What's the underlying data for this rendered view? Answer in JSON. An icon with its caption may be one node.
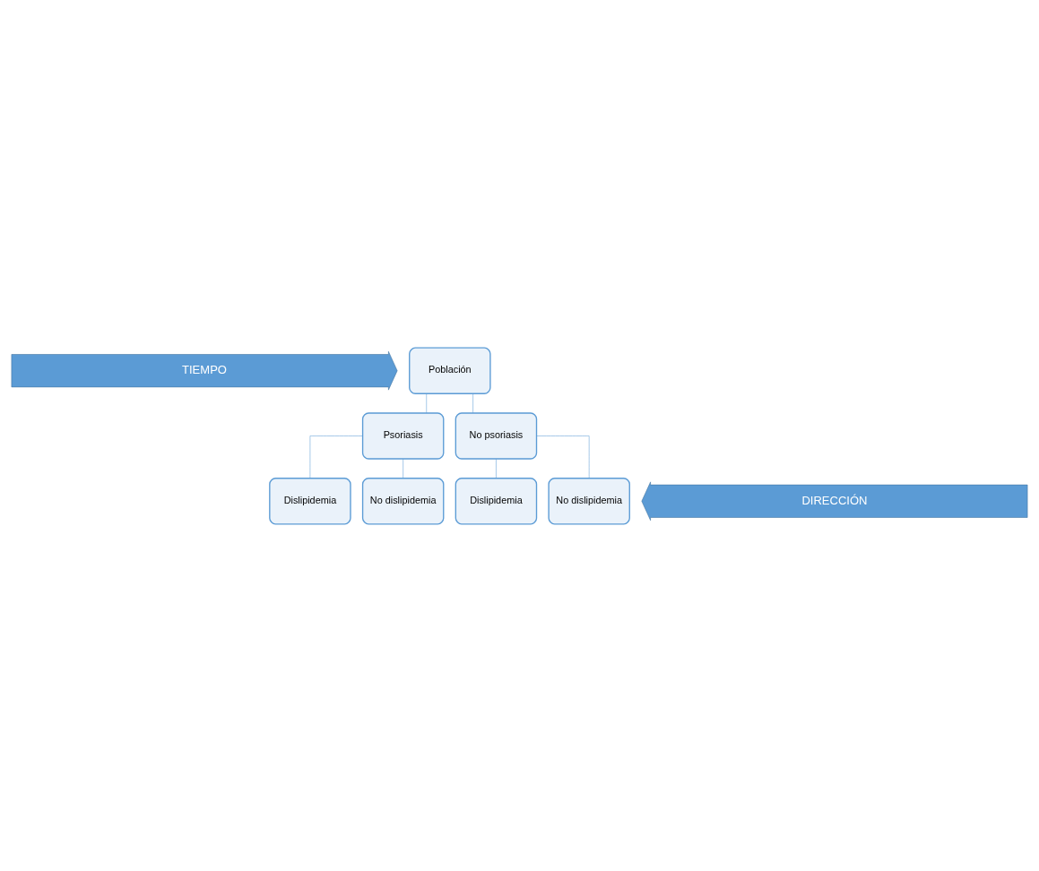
{
  "diagram": {
    "nodes": [
      {
        "text": [
          "TIEMPO"
        ]
      },
      {
        "text": [
          "Población"
        ]
      },
      {
        "text": [
          "Psoriasis"
        ]
      },
      {
        "text": [
          "No psoriasis"
        ]
      },
      {
        "text": [
          "Dislipidemia"
        ]
      },
      {
        "text": [
          "No dislipidemia"
        ]
      },
      {
        "text": [
          "Dislipidemia"
        ]
      },
      {
        "text": [
          "No dislipidemia"
        ]
      },
      {
        "text": [
          "DIRECCIÓN"
        ]
      }
    ],
    "edges": [
      {
        "from": 1,
        "to": 2,
        "arrow": "none"
      },
      {
        "from": 1,
        "to": 3,
        "arrow": "none"
      },
      {
        "from": 2,
        "to": 4,
        "arrow": "none"
      },
      {
        "from": 2,
        "to": 5,
        "arrow": "none"
      },
      {
        "from": 3,
        "to": 6,
        "arrow": "none"
      },
      {
        "from": 3,
        "to": 7,
        "arrow": "none"
      }
    ]
  }
}
